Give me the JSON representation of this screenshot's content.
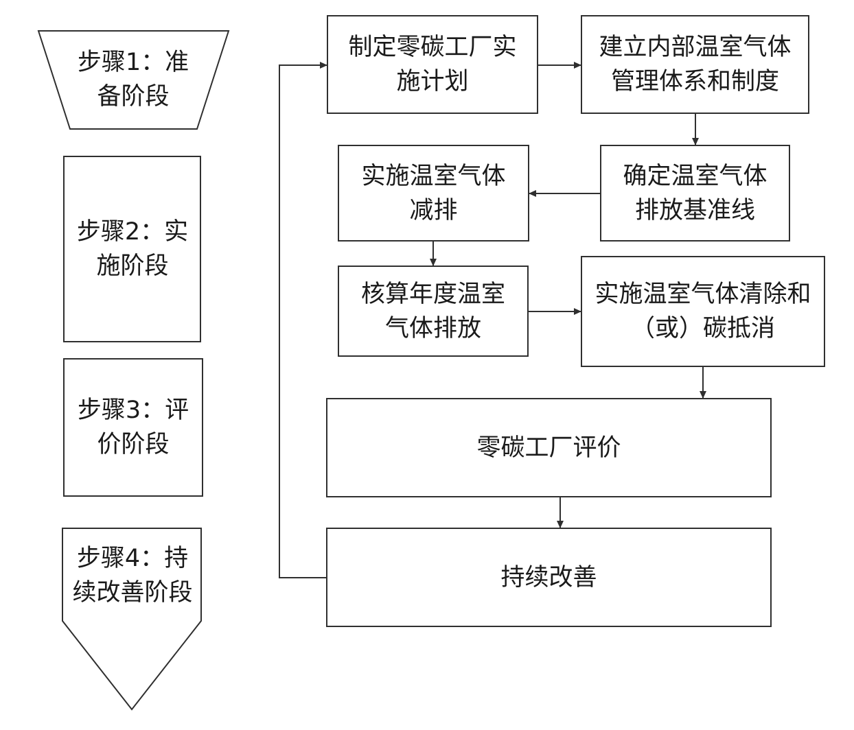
{
  "stages": [
    {
      "id": "stage1",
      "label": "步骤1：准备阶段"
    },
    {
      "id": "stage2",
      "label": "步骤2：实施阶段"
    },
    {
      "id": "stage3",
      "label": "步骤3：评价阶段"
    },
    {
      "id": "stage4",
      "label": "步骤4：持续改善阶段"
    }
  ],
  "steps": {
    "plan": "制定零碳工厂实施计划",
    "system": "建立内部温室气体管理体系和制度",
    "baseline": "确定温室气体排放基准线",
    "reduce": "实施温室气体减排",
    "accounting": "核算年度温室气体排放",
    "offset": "实施温室气体清除和（或）碳抵消",
    "evaluation": "零碳工厂评价",
    "improve": "持续改善"
  },
  "colors": {
    "stroke": "#2f2f2f",
    "text": "#1a1a1a",
    "background": "#ffffff"
  }
}
